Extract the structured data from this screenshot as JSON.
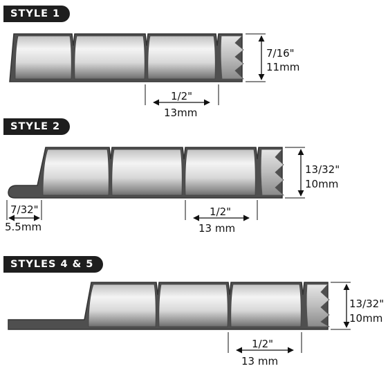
{
  "styles": [
    {
      "label": "STYLE 1",
      "height_fraction": "7/16\"",
      "height_mm": "11mm",
      "pitch_fraction": "1/2\"",
      "pitch_mm": "13mm"
    },
    {
      "label": "STYLE 2",
      "height_fraction": "13/32\"",
      "height_mm": "10mm",
      "pitch_fraction": "1/2\"",
      "pitch_mm": "13 mm",
      "lip_fraction": "7/32\"",
      "lip_mm": "5.5mm"
    },
    {
      "label": "STYLES 4 & 5",
      "height_fraction": "13/32\"",
      "height_mm": "10mm",
      "pitch_fraction": "1/2\"",
      "pitch_mm": "13 mm"
    }
  ],
  "colors": {
    "outline": "#3a3a3a",
    "strip_dark": "#545454",
    "segment_light": "#f2f2f2",
    "segment_mid": "#bdbdbd",
    "segment_shadow": "#7a7a7a",
    "pill": "#1e1e1e"
  }
}
